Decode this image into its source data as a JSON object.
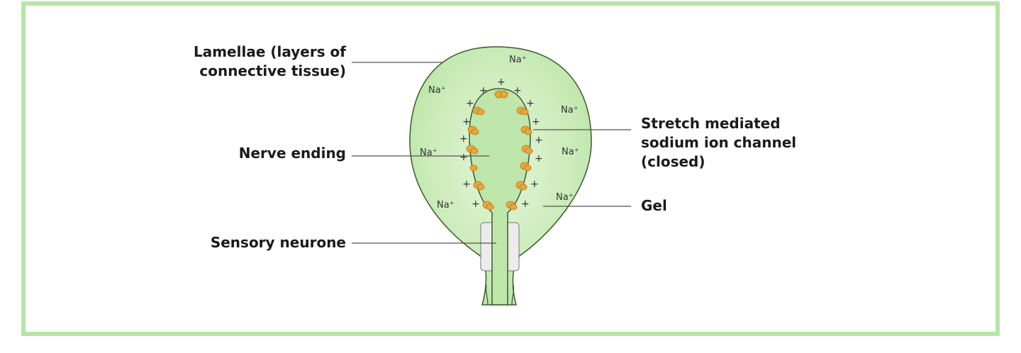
{
  "labels": {
    "lamellae_line1": "Lamellae (layers of",
    "lamellae_line2": "connective tissue)",
    "nerve_ending": "Nerve ending",
    "sensory_neurone": "Sensory neurone",
    "channel_line1": "Stretch mediated",
    "channel_line2": "sodium ion channel",
    "channel_line3": "(closed)",
    "gel": "Gel"
  },
  "ions": {
    "na": "Na⁺",
    "plus": "+"
  },
  "colors": {
    "frame": "#b7e4a7",
    "capsule_fill": "#c5e8b3",
    "capsule_edge": "#3a5a30",
    "channel": "#e8a83a",
    "neurone_sheath": "#ececec"
  }
}
